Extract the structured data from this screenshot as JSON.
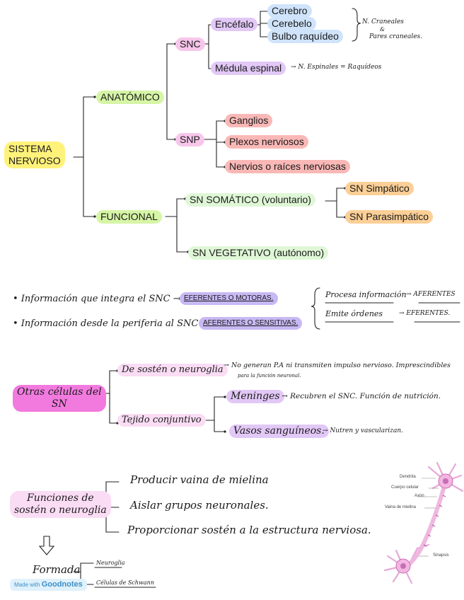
{
  "colors": {
    "yellow": "#fff27a",
    "green": "#d6f5a6",
    "pink": "#f7c6ea",
    "magenta": "#f27adf",
    "lavender": "#e2c8f6",
    "blue": "#cfe3fb",
    "salmon": "#f9b8b6",
    "lightgreen": "#dff7d6",
    "orange": "#fbcf96",
    "purple_hl": "#c8b8f4",
    "light_pink": "#fadcf4"
  },
  "map": {
    "root": [
      "SISTEMA",
      "NERVIOSO"
    ],
    "anatomico": "ANATÓMICO",
    "funcional": "FUNCIONAL",
    "snc": "SNC",
    "encefalo": "Encéfalo",
    "cerebro": "Cerebro",
    "cerebelo": "Cerebelo",
    "bulbo": "Bulbo raquídeo",
    "n_craneales": "N. Craneales",
    "amp": "&",
    "pares_craneales": "Pares craneales.",
    "medula": "Médula espinal",
    "medula_note": "→ N. Espinales = Raquídeos",
    "snp": "SNP",
    "ganglios": "Ganglios",
    "plexos": "Plexos nerviosos",
    "nervios": "Nervios o raíces nerviosas",
    "somatico": "SN SOMÁTICO (voluntario)",
    "simpatico": "SN Simpático",
    "parasimpatico": "SN Parasimpático",
    "vegetativo": "SN VEGETATIVO (autónomo)"
  },
  "info": {
    "line1_text": "• Información que integra el SNC →",
    "line1_hl": "EFERENTES O MOTORAS.",
    "line2_text": "• Información desde la periferia al SNC →",
    "line2_hl": "AFERENTES O SENSITIVAS.",
    "right1_a": "Procesa información",
    "right1_b": "→ AFERENTES",
    "right2_a": "Emite órdenes",
    "right2_b": "→ EFERENTES."
  },
  "cells": {
    "title": [
      "Otras células del",
      "SN"
    ],
    "sosten": "De sostén o neuroglia",
    "sosten_note_1": "→ No generan P.A ni transmiten impulso nervioso. Imprescindibles",
    "sosten_note_2": "para la función neuronal.",
    "tejido": "Tejido conjuntivo",
    "meninges": "Meninges",
    "meninges_note": "→ Recubren el SNC. Función de nutrición.",
    "vasos": "Vasos sanguíneos.",
    "vasos_note": "→ Nutren y vascularizan."
  },
  "funciones": {
    "title": [
      "Funciones de",
      "sostén o neuroglia"
    ],
    "items": [
      "Producir vaina de mielina",
      "Aislar grupos neuronales.",
      "Proporcionar sostén a la estructura nerviosa."
    ],
    "formada": "Formada",
    "formada_items": [
      "Neuroglia",
      "Células de Schwann"
    ],
    "badge_prefix": "Made with",
    "badge_brand": "Goodnotes"
  },
  "neuron": {
    "labels": [
      "Dendrita",
      "Cuerpo celular",
      "Axón",
      "Vaina de mielina",
      "Sinapsis"
    ]
  }
}
